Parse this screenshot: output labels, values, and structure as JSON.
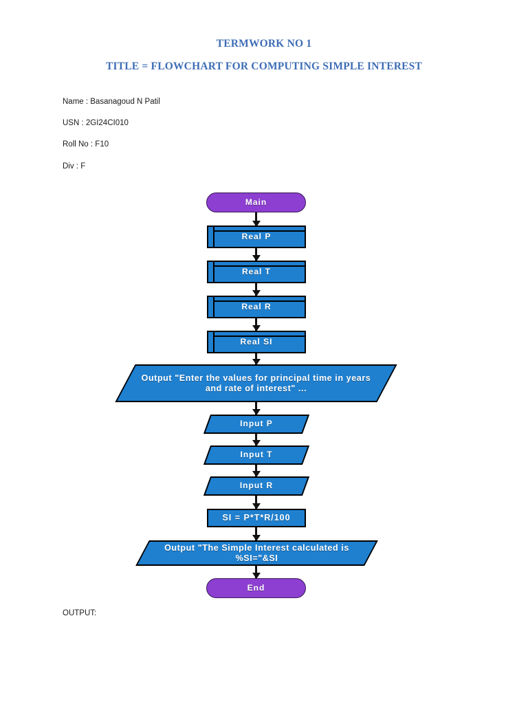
{
  "document": {
    "heading_1": "TERMWORK NO 1",
    "heading_2": "TITLE = FLOWCHART FOR COMPUTING SIMPLE INTEREST",
    "heading_color": "#3E6DB5",
    "meta": [
      "Name : Basanagoud N Patil",
      "USN : 2GI24CI010",
      "Roll No : F10",
      "Div : F"
    ],
    "output_label": "OUTPUT:"
  },
  "flowchart": {
    "colors": {
      "terminator_fill": "#8C3FD0",
      "process_fill": "#1F80D0",
      "stroke": "#000000",
      "text": "#FFFFFF"
    },
    "nodes": [
      {
        "id": "start",
        "shape": "terminator",
        "label": "Main"
      },
      {
        "id": "decl-p",
        "shape": "declaration",
        "label": "Real P"
      },
      {
        "id": "decl-t",
        "shape": "declaration",
        "label": "Real T"
      },
      {
        "id": "decl-r",
        "shape": "declaration",
        "label": "Real R"
      },
      {
        "id": "decl-si",
        "shape": "declaration",
        "label": "Real SI"
      },
      {
        "id": "out-prompt",
        "shape": "io",
        "label": "Output \"Enter the values for principal time in years and rate of interest\" ..."
      },
      {
        "id": "in-p",
        "shape": "io",
        "label": "Input P"
      },
      {
        "id": "in-t",
        "shape": "io",
        "label": "Input T"
      },
      {
        "id": "in-r",
        "shape": "io",
        "label": "Input R"
      },
      {
        "id": "calc-si",
        "shape": "process",
        "label": "SI = P*T*R/100"
      },
      {
        "id": "out-si",
        "shape": "io",
        "label": "Output \"The Simple Interest calculated is %SI=\"&SI"
      },
      {
        "id": "end",
        "shape": "terminator",
        "label": "End"
      }
    ]
  }
}
